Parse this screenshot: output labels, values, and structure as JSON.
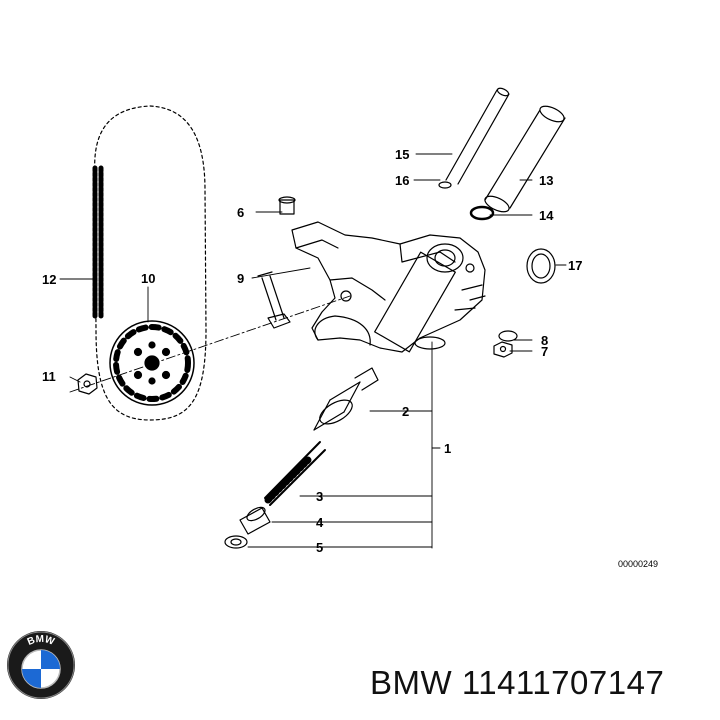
{
  "diagram": {
    "callouts": {
      "c1": "1",
      "c2": "2",
      "c3": "3",
      "c4": "4",
      "c5": "5",
      "c6": "6",
      "c7": "7",
      "c8": "8",
      "c9": "9",
      "c10": "10",
      "c11": "11",
      "c12": "12",
      "c13": "13",
      "c14": "14",
      "c15": "15",
      "c16": "16",
      "c17": "17"
    },
    "drawing_number": "00000249"
  },
  "brand": {
    "logo_text": "BMW",
    "part_label": "BMW 11411707147"
  }
}
